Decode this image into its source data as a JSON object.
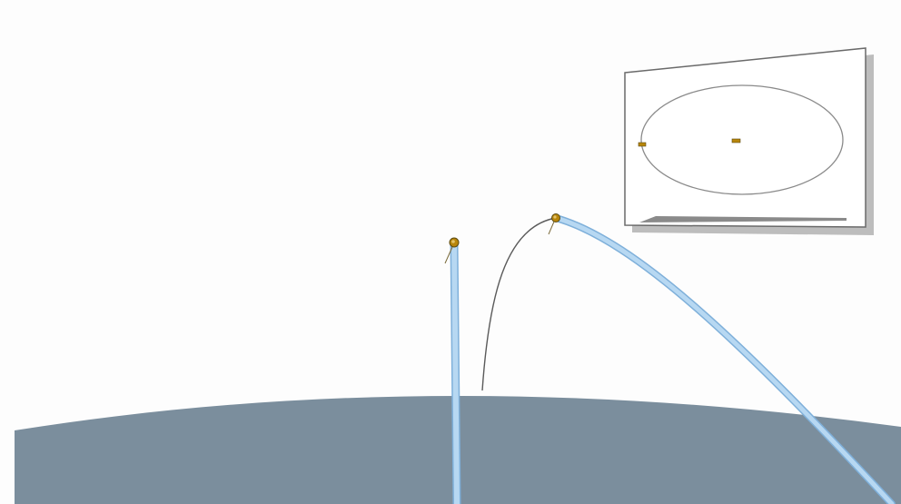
{
  "scene": {
    "colors": {
      "background": "#fdfdfd",
      "planet": "#7b8e9d",
      "planet_edge": "#8a9cab",
      "trail": "#a9cfee",
      "trail_outline": "#7fb0da",
      "ballistic_path": "#5a5a5a",
      "satellite": "#b8860b",
      "satellite_dark": "#5b4a12",
      "inset_panel": "#ffffff",
      "inset_border": "#6a6a6a",
      "inset_shadow": "#b9b9b9",
      "orbit_line": "#8a8a8a",
      "ground_marker": "#8a8a8a"
    },
    "elements": [
      "planet-surface",
      "vertical-launch-trail",
      "vertical-launch-satellite",
      "ballistic-path",
      "orbital-launch-trail",
      "orbital-launch-satellite",
      "orbit-inset-panel",
      "inset-elliptical-orbit",
      "inset-satellite",
      "inset-central-body"
    ]
  }
}
